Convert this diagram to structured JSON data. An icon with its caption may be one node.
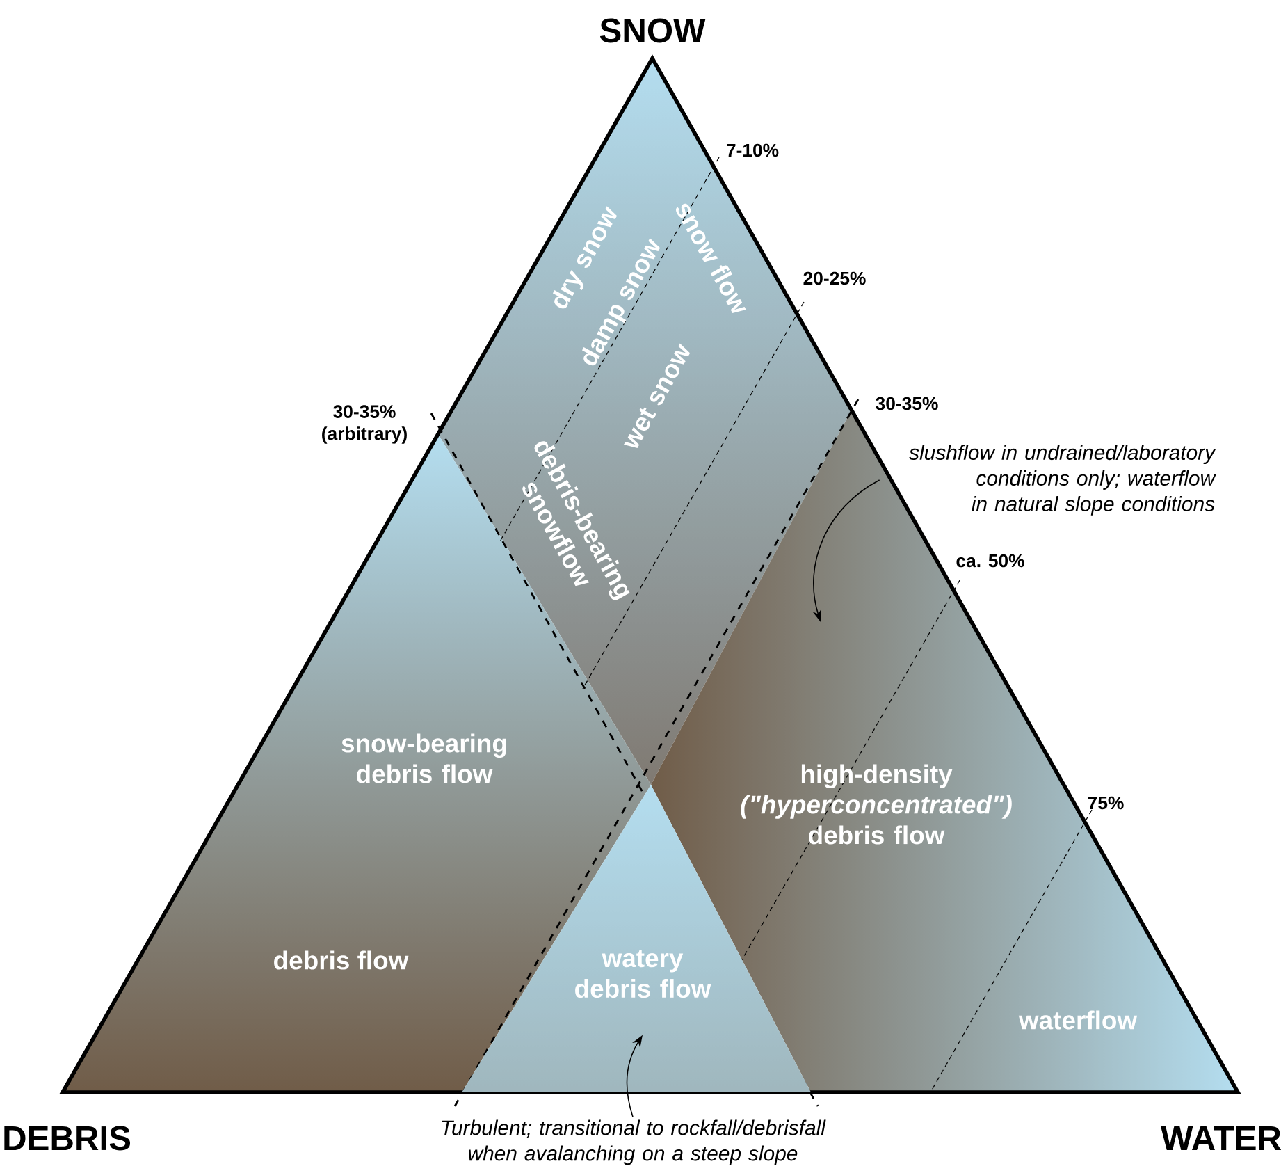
{
  "diagram": {
    "nodes": [
      {
        "text": [
          "slushflow in undrained/laboratory conditions only; waterflow in natural slope conditions"
        ]
      },
      {
        "text": [
          "Turbulent; transitional to rockfall/debrisfall when avalanching on a steep slope"
        ]
      },
      {
        "text": [
          "watery debris flow"
        ]
      }
    ],
    "edges": [
      {
        "from": 0,
        "to": null,
        "arrow": "to"
      },
      {
        "from": 1,
        "to": 2,
        "arrow": "to"
      }
    ],
    "labels": [
      "SNOW",
      "7-10%",
      "dry snow",
      "damp snow",
      "snow flow",
      "20-25%",
      "wet snow",
      "30-35% (arbitrary)",
      "30-35%",
      "debris-bearing snowflow",
      "ca. 50%",
      "snow-bearing debris flow",
      "high-density *(\"hyperconcentrated\")* debris flow",
      "75%",
      "debris flow",
      "waterflow",
      "DEBRIS",
      "WATER"
    ]
  }
}
